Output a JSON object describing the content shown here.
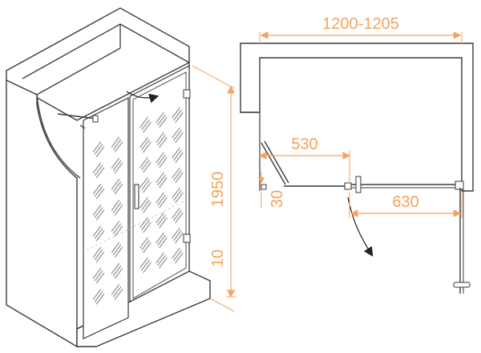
{
  "colors": {
    "dimension": "#f5a25d",
    "line": "#3a3a3a",
    "hatch": "#9a9a9a"
  },
  "dimensions": {
    "total_width": "1200-1205",
    "door_width_fixed": "530",
    "door_width_door": "630",
    "height": "1950",
    "offset_bottom": "10",
    "offset_side": "30"
  }
}
